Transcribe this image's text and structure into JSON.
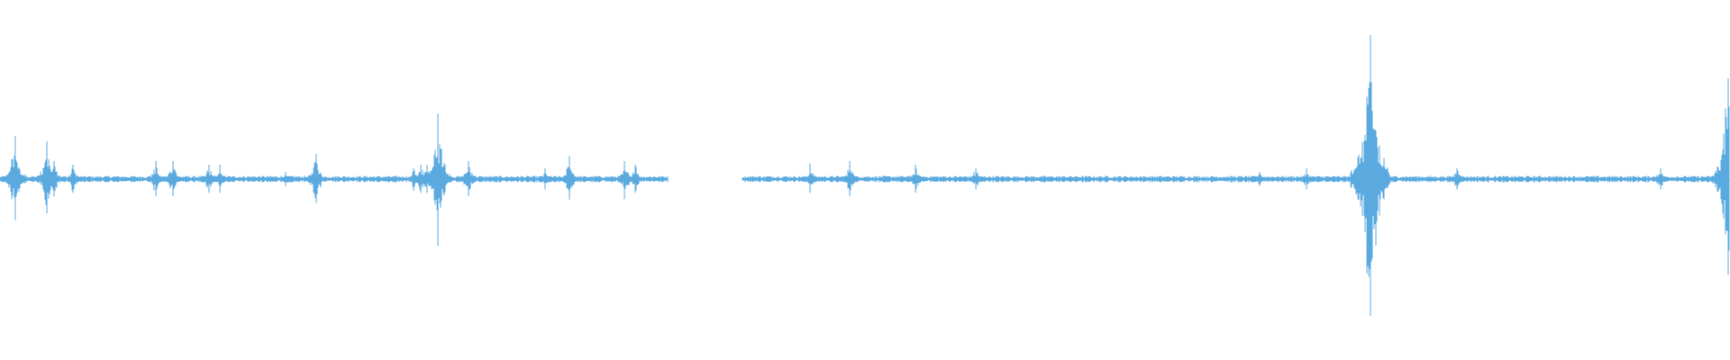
{
  "waveform": {
    "color": "#5aaae0",
    "background": "#ffffff",
    "segments": [
      {
        "start": 0.0,
        "end": 0.386
      },
      {
        "start": 0.429,
        "end": 1.0
      }
    ],
    "peaks": [
      {
        "t": 0.009,
        "amp": 0.12
      },
      {
        "t": 0.027,
        "amp": 0.1
      },
      {
        "t": 0.031,
        "amp": 0.05
      },
      {
        "t": 0.042,
        "amp": 0.04
      },
      {
        "t": 0.09,
        "amp": 0.05
      },
      {
        "t": 0.1,
        "amp": 0.05
      },
      {
        "t": 0.121,
        "amp": 0.04
      },
      {
        "t": 0.127,
        "amp": 0.04
      },
      {
        "t": 0.165,
        "amp": 0.02
      },
      {
        "t": 0.183,
        "amp": 0.07
      },
      {
        "t": 0.239,
        "amp": 0.03
      },
      {
        "t": 0.243,
        "amp": 0.04
      },
      {
        "t": 0.247,
        "amp": 0.04
      },
      {
        "t": 0.253,
        "amp": 0.17
      },
      {
        "t": 0.271,
        "amp": 0.05
      },
      {
        "t": 0.315,
        "amp": 0.03
      },
      {
        "t": 0.329,
        "amp": 0.06
      },
      {
        "t": 0.361,
        "amp": 0.05
      },
      {
        "t": 0.367,
        "amp": 0.04
      },
      {
        "t": 0.468,
        "amp": 0.04
      },
      {
        "t": 0.491,
        "amp": 0.05
      },
      {
        "t": 0.529,
        "amp": 0.04
      },
      {
        "t": 0.564,
        "amp": 0.03
      },
      {
        "t": 0.728,
        "amp": 0.02
      },
      {
        "t": 0.755,
        "amp": 0.03
      },
      {
        "t": 0.785,
        "amp": 0.06
      },
      {
        "t": 0.792,
        "amp": 0.4
      },
      {
        "t": 0.842,
        "amp": 0.03
      },
      {
        "t": 0.96,
        "amp": 0.03
      },
      {
        "t": 0.999,
        "amp": 0.28
      }
    ]
  }
}
